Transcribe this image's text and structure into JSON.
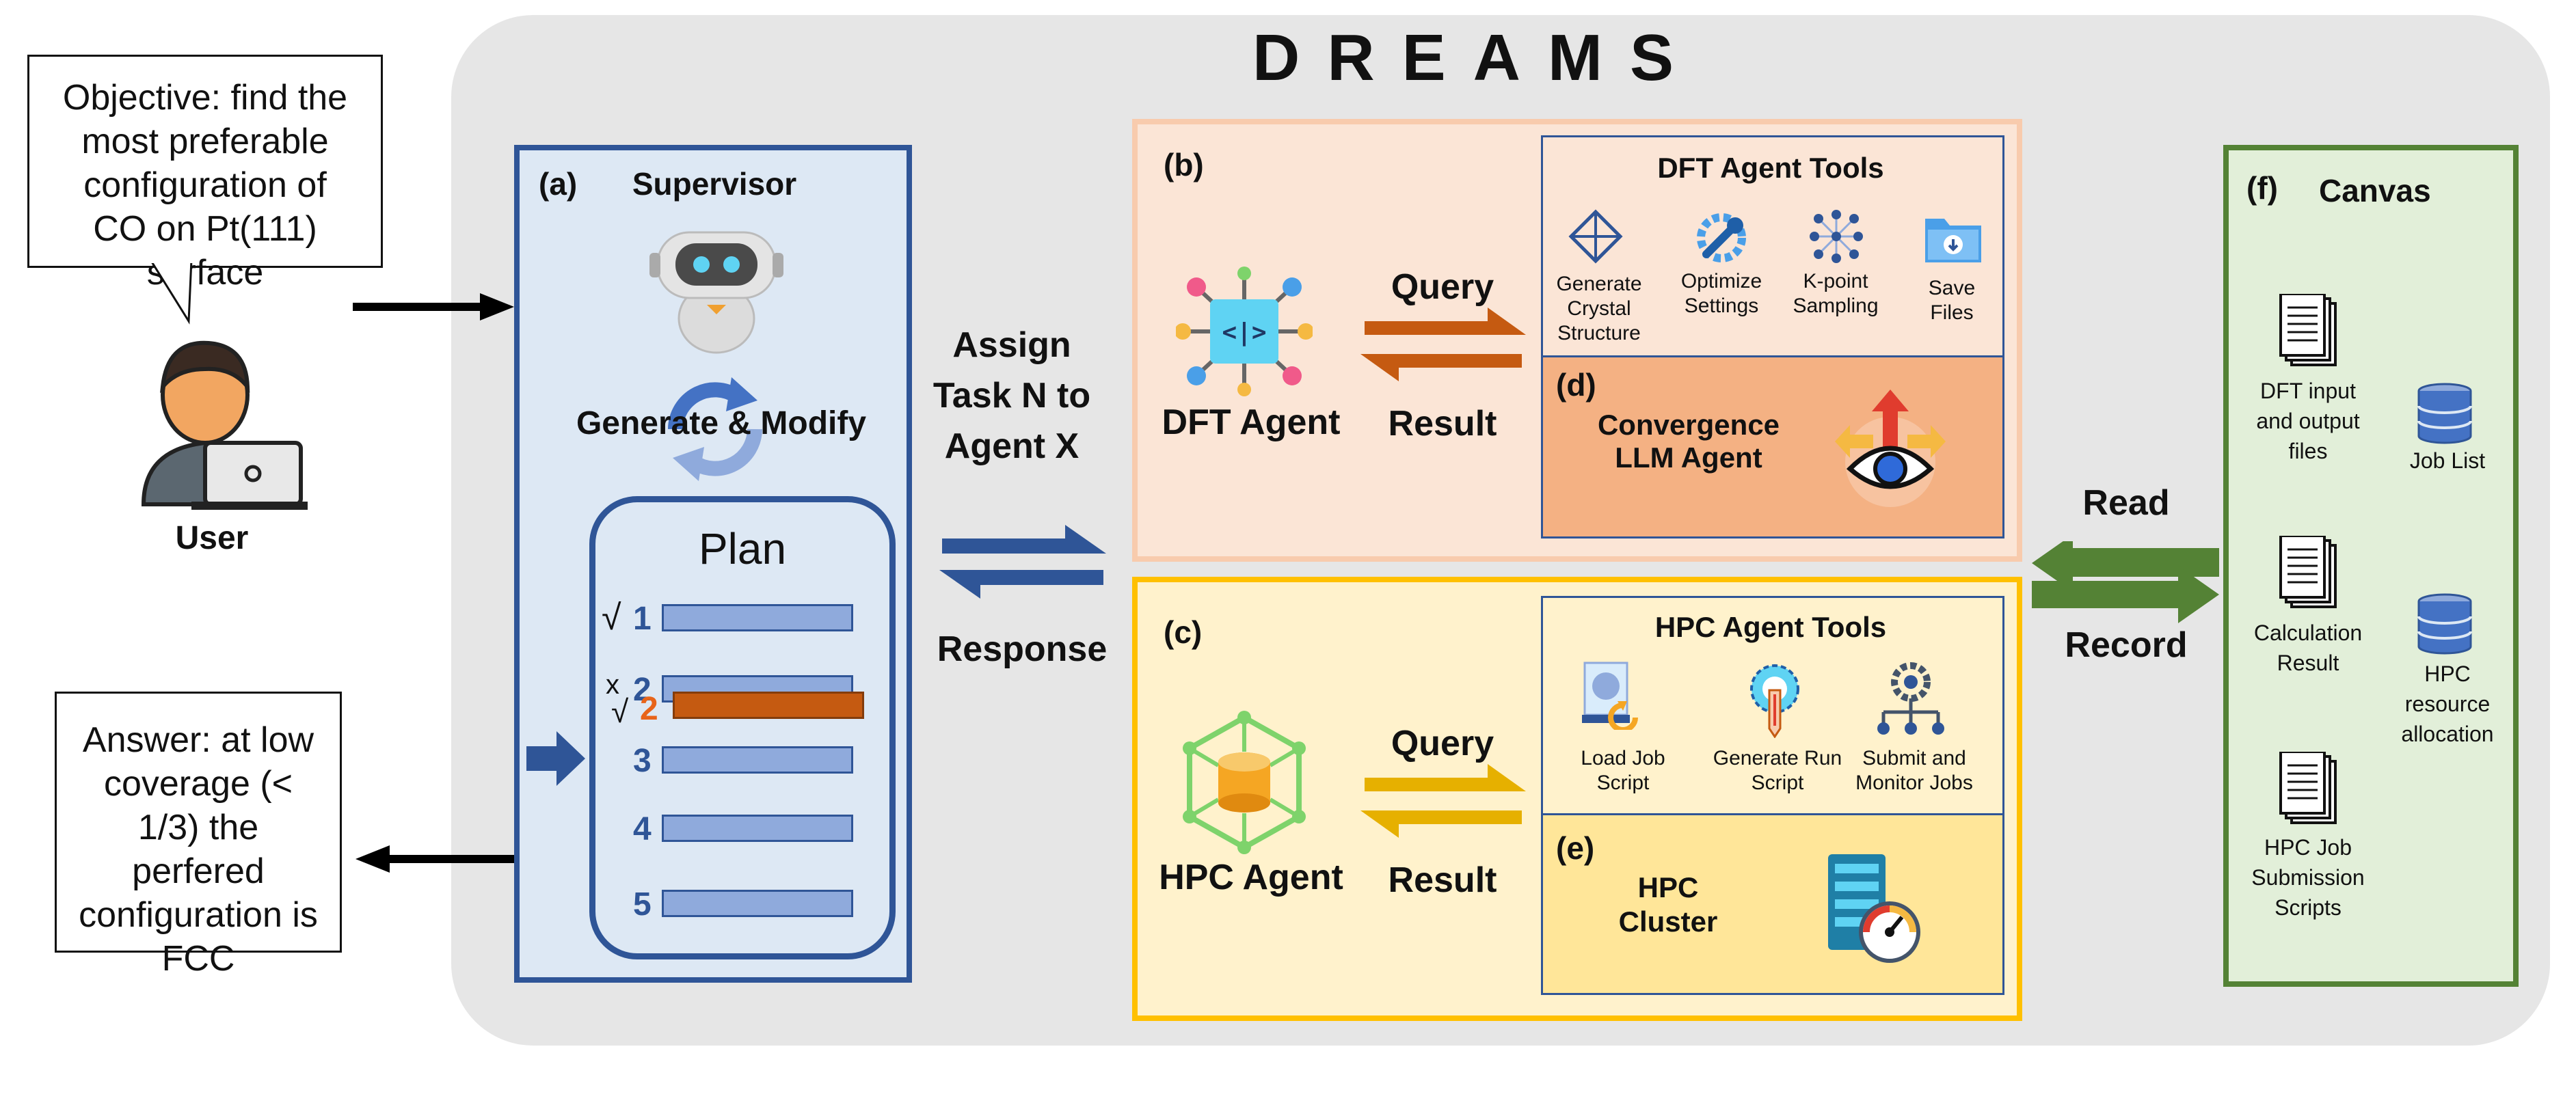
{
  "title": "DREAMS",
  "user": {
    "objective": "Objective: find the most preferable configuration of CO on Pt(111) surface",
    "label": "User",
    "answer": "Answer: at low coverage (< 1/3) the perfered configuration is FCC"
  },
  "supervisor": {
    "panel": "(a)",
    "title": "Supervisor",
    "loop_label": "Generate & Modify",
    "plan_title": "Plan",
    "steps": [
      "1",
      "2",
      "3",
      "4",
      "5"
    ],
    "step_revised": "2",
    "check_mark": "√",
    "cross_mark": "x"
  },
  "assign": {
    "label": "Assign Task N to Agent X",
    "response": "Response"
  },
  "dft": {
    "panel": "(b)",
    "agent_label": "DFT Agent",
    "query": "Query",
    "result": "Result",
    "tools_title": "DFT Agent Tools",
    "tools": [
      "Generate Crystal Structure",
      "Optimize Settings",
      "K-point Sampling",
      "Save Files"
    ],
    "conv_panel": "(d)",
    "conv_label": "Convergence LLM Agent"
  },
  "hpc": {
    "panel": "(c)",
    "agent_label": "HPC Agent",
    "query": "Query",
    "result": "Result",
    "tools_title": "HPC Agent Tools",
    "tools": [
      "Load Job Script",
      "Generate Run Script",
      "Submit and Monitor Jobs"
    ],
    "cluster_panel": "(e)",
    "cluster_label": "HPC Cluster"
  },
  "rw": {
    "read": "Read",
    "record": "Record"
  },
  "canvas": {
    "panel": "(f)",
    "title": "Canvas",
    "files": [
      "DFT input and output files",
      "Calculation Result",
      "HPC Job Submission Scripts"
    ],
    "dbs": [
      "Job List",
      "HPC resource allocation"
    ]
  },
  "colors": {
    "supervisor_border": "#2f5597",
    "dft_border": "#f8cbad",
    "hpc_border": "#ffc000",
    "canvas_border": "#548235",
    "dft_arrow": "#c55a11",
    "hpc_arrow": "#e6b000",
    "canvas_arrow": "#548235",
    "revised_bar": "#c55a11"
  }
}
